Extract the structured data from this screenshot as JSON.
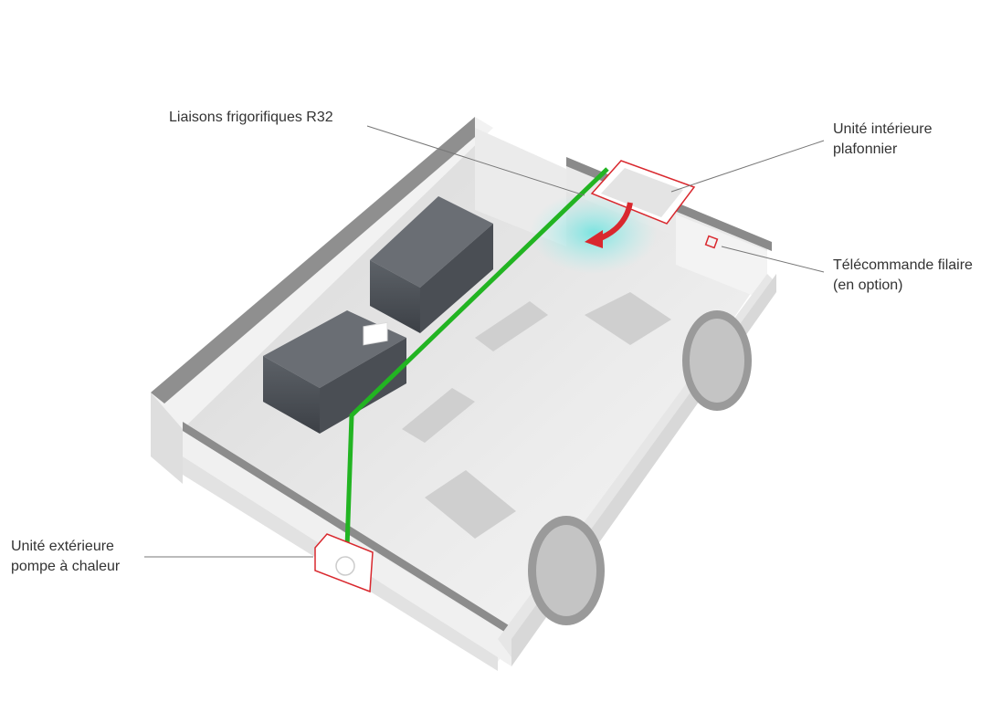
{
  "labels": {
    "liaisons": {
      "line1": "Liaisons frigorifiques R32"
    },
    "interieure": {
      "line1": "Unité intérieure",
      "line2": "plafonnier"
    },
    "telecommande": {
      "line1": "Télécommande filaire",
      "line2": "(en option)"
    },
    "exterieure": {
      "line1": "Unité extérieure",
      "line2": "pompe à chaleur"
    }
  },
  "colors": {
    "pipe": "#22b422",
    "highlight": "#d9282e",
    "airflow": "#7fe6e2",
    "leader": "#777777",
    "text": "#333333"
  },
  "icons": {
    "indoor_unit": "ceiling-cassette-unit",
    "outdoor_unit": "heat-pump-outdoor-unit",
    "remote": "wired-remote-control",
    "racks": "server-rack"
  }
}
